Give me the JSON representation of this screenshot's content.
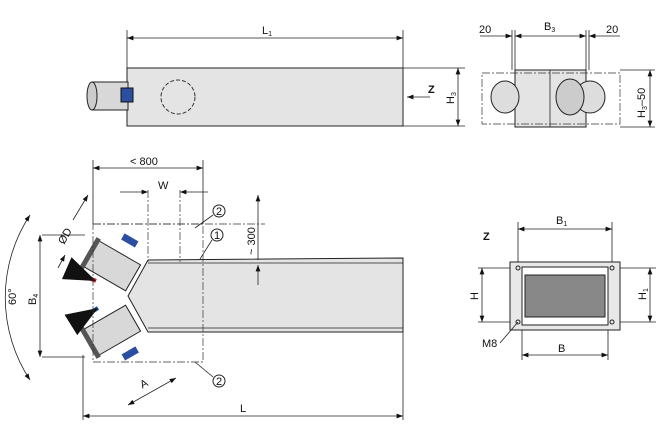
{
  "top_view": {
    "L1": "L",
    "L1_sub": "1",
    "Z": "Z",
    "H3": "H",
    "H3_sub": "3"
  },
  "end_view": {
    "left_20": "20",
    "B3": "B",
    "B3_sub": "3",
    "right_20": "20",
    "H3_50": "H",
    "H3_50_sub": "3",
    "H3_50_suffix": "–50"
  },
  "main_view": {
    "lt800": "< 800",
    "W": "W",
    "D": "ØD",
    "angle": "60°",
    "B4": "B",
    "B4_sub": "4",
    "A": "A",
    "L": "L",
    "approx300": "~ 300",
    "callout1": "1",
    "callout2a": "2",
    "callout2b": "2"
  },
  "flange_view": {
    "Z": "Z",
    "B1": "B",
    "B1_sub": "1",
    "H": "H",
    "H1": "H",
    "H1_sub": "1",
    "M8": "M8",
    "B": "B"
  },
  "colors": {
    "arrow_hot": "#d0282a",
    "arrow_cold": "#1f4f9e",
    "clamp": "#2a4fa0"
  }
}
